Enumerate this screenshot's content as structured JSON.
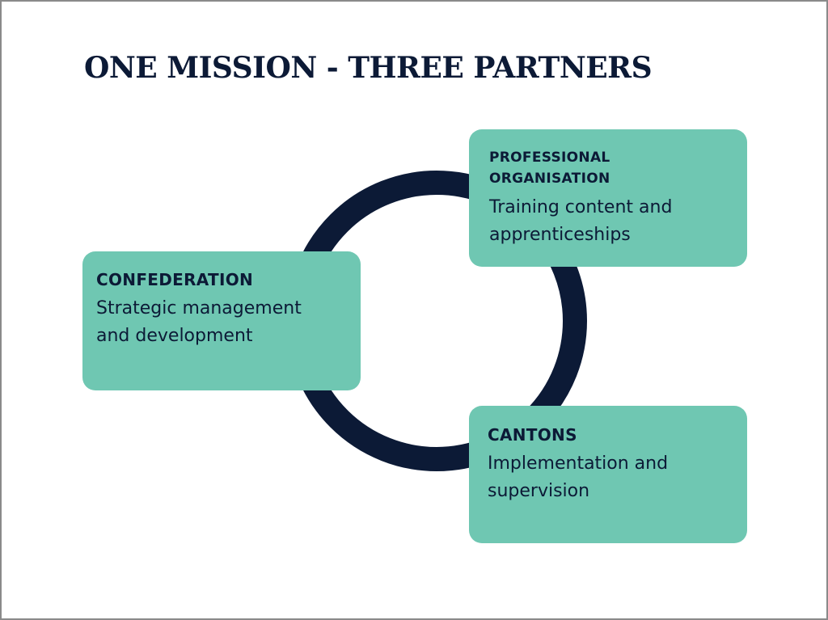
{
  "title": "ONE MISSION - THREE PARTNERS",
  "partners": [
    {
      "heading_line1": "PROFESSIONAL",
      "heading_line2": "ORGANISATION",
      "desc_line1": "Training content and",
      "desc_line2": "apprenticeships"
    },
    {
      "heading": "CONFEDERATION",
      "desc_line1": "Strategic management",
      "desc_line2": "and development"
    },
    {
      "heading": "CANTONS",
      "desc_line1": "Implementation and",
      "desc_line2": "supervision"
    }
  ],
  "colors": {
    "navy": "#0c1a36",
    "teal": "#6fc7b2",
    "background": "#ffffff"
  }
}
